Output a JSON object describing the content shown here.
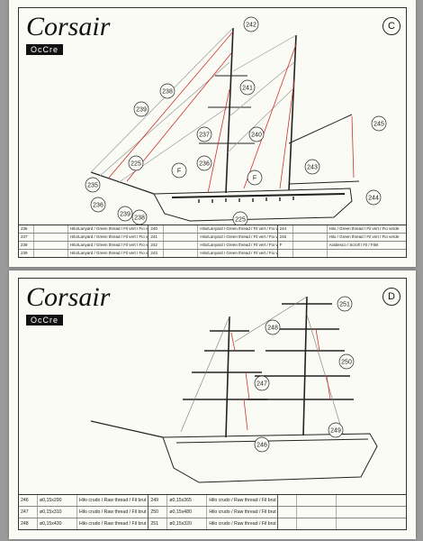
{
  "sheet_c": {
    "title": "Corsair",
    "logo": "OcCre",
    "badge": "C",
    "callouts": [
      "242",
      "238",
      "239",
      "241",
      "237",
      "240",
      "245",
      "236",
      "243",
      "225",
      "F",
      "F",
      "235",
      "244",
      "236",
      "239",
      "238",
      "225"
    ],
    "parts": [
      [
        {
          "no": "236",
          "ref": "",
          "desc": "Hilo/Lanyard / Green thread / Fil vert / Fio verde"
        },
        {
          "no": "237",
          "ref": "",
          "desc": "Hilo/Lanyard / Green thread / Fil vert / Fio verde"
        },
        {
          "no": "238",
          "ref": "",
          "desc": "Hilo/Lanyard / Green thread / Fil vert / Fio verde"
        },
        {
          "no": "239",
          "ref": "",
          "desc": "Hilo/Lanyard / Green thread / Fil vert / Fio verde"
        }
      ],
      [
        {
          "no": "240",
          "ref": "",
          "desc": "Hilo/Lanyard / Green thread / Fil vert / Fio verde"
        },
        {
          "no": "241",
          "ref": "",
          "desc": "Hilo/Lanyard / Green thread / Fil vert / Fio verde"
        },
        {
          "no": "242",
          "ref": "",
          "desc": "Hilo/Lanyard / Green thread / Fil vert / Fio verde"
        },
        {
          "no": "243",
          "ref": "",
          "desc": "Hilo/Lanyard / Green thread / Fil vert / Fio verde"
        }
      ],
      [
        {
          "no": "244",
          "ref": "",
          "desc": "Hilo / Green thread / Fil vert / Fio verde"
        },
        {
          "no": "245",
          "ref": "",
          "desc": "Hilo / Green thread / Fil vert / Fio verde"
        },
        {
          "no": "F",
          "ref": "",
          "desc": "Arabesco / Scroll / Fil / Filet"
        },
        {
          "no": "",
          "ref": "",
          "desc": ""
        }
      ]
    ]
  },
  "sheet_d": {
    "title": "Corsair",
    "logo": "OcCre",
    "badge": "D",
    "callouts": [
      "251",
      "248",
      "250",
      "247",
      "249",
      "246"
    ],
    "parts": [
      [
        {
          "no": "246",
          "ref": "ø0,15x290",
          "desc": "Hilo crudo / Raw thread / Fil brut / Fios crudo"
        },
        {
          "no": "247",
          "ref": "ø0,15x310",
          "desc": "Hilo crudo / Raw thread / Fil brut / Fios crudo"
        },
        {
          "no": "248",
          "ref": "ø0,15x430",
          "desc": "Hilo crudo / Raw thread / Fil brut / Fios crudo"
        }
      ],
      [
        {
          "no": "249",
          "ref": "ø0,15x365",
          "desc": "Hilo crudo / Raw thread / Fil brut / Fios crudo"
        },
        {
          "no": "250",
          "ref": "ø0,15x480",
          "desc": "Hilo crudo / Raw thread / Fil brut / Fios crudo"
        },
        {
          "no": "251",
          "ref": "ø0,15x320",
          "desc": "Hilo crudo / Raw thread / Fil brut / Fios crudo"
        }
      ],
      [
        {
          "no": "",
          "ref": "",
          "desc": ""
        },
        {
          "no": "",
          "ref": "",
          "desc": ""
        },
        {
          "no": "",
          "ref": "",
          "desc": ""
        }
      ]
    ]
  },
  "colors": {
    "paper": "#fbfbf6",
    "ink": "#222222",
    "rigging_red": "#d0302a",
    "table_line": "#888888"
  }
}
